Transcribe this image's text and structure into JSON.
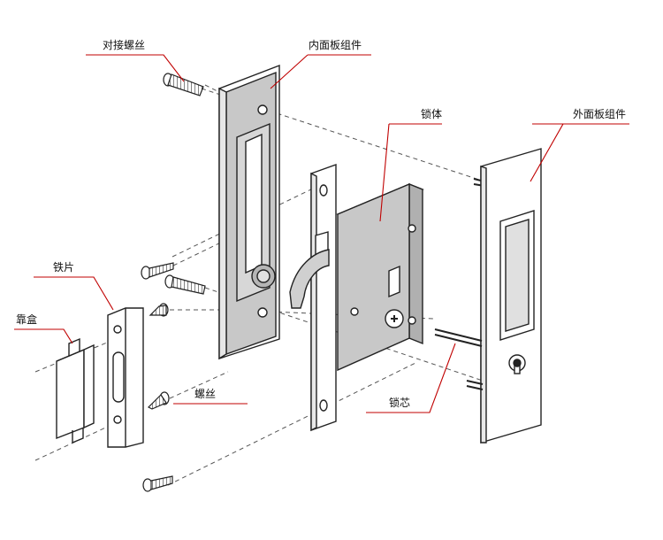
{
  "labels": {
    "connecting_screw": "对接螺丝",
    "inner_panel": "内面板组件",
    "lock_body": "锁体",
    "outer_panel": "外面板组件",
    "iron_plate": "铁片",
    "strike_box": "靠盒",
    "screw": "螺丝",
    "lock_cylinder": "锁芯"
  },
  "colors": {
    "leader": "#c00000",
    "panel_fill": "#c8c8c8",
    "outline": "#222222"
  }
}
